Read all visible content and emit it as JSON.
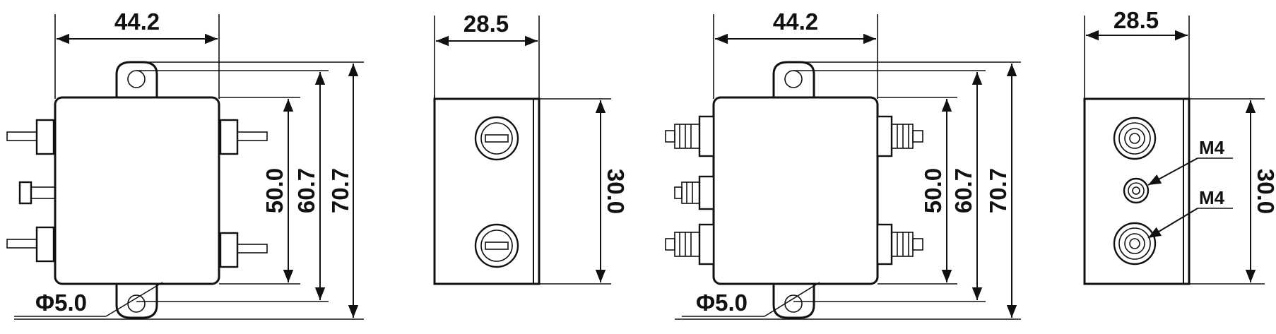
{
  "views": {
    "view1": {
      "width": "44.2",
      "h1": "50.0",
      "h2": "60.7",
      "h3": "70.7",
      "hole": "Φ5.0"
    },
    "view2": {
      "width": "28.5",
      "height": "30.0"
    },
    "view3": {
      "width": "44.2",
      "h1": "50.0",
      "h2": "60.7",
      "h3": "70.7",
      "hole": "Φ5.0"
    },
    "view4": {
      "width": "28.5",
      "height": "30.0",
      "thread_top": "M4",
      "thread_bottom": "M4"
    }
  }
}
